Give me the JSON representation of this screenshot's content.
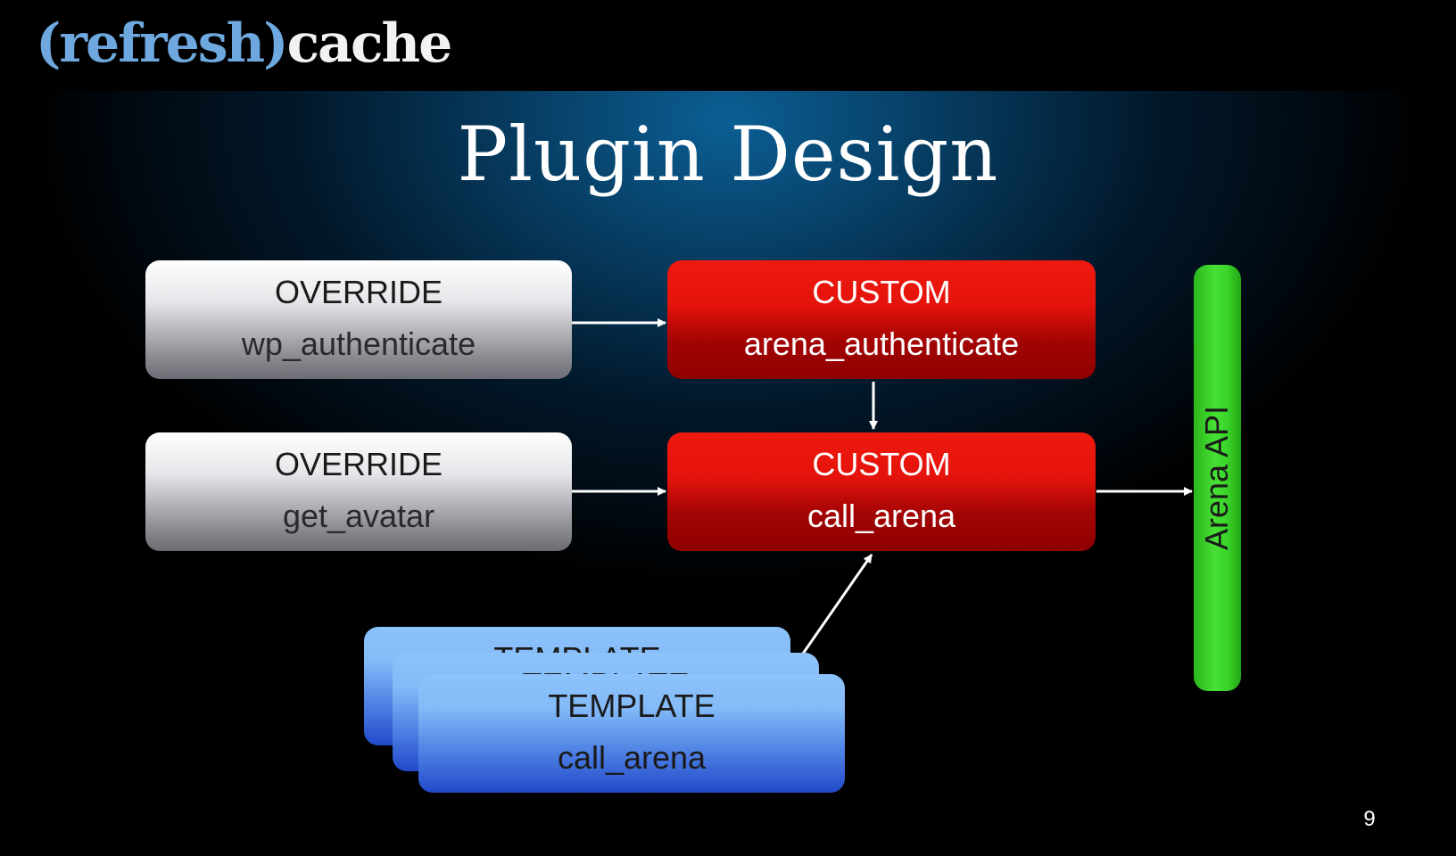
{
  "logo": {
    "part1": "(refresh)",
    "part2": "cache"
  },
  "title": "Plugin Design",
  "boxes": {
    "override_auth": {
      "kind": "OVERRIDE",
      "name": "wp_authenticate"
    },
    "custom_auth": {
      "kind": "CUSTOM",
      "name": "arena_authenticate"
    },
    "override_avatar": {
      "kind": "OVERRIDE",
      "name": "get_avatar"
    },
    "custom_call": {
      "kind": "CUSTOM",
      "name": "call_arena"
    },
    "templates": [
      {
        "kind": "TEMPLATE",
        "name": ""
      },
      {
        "kind": "TEMPLATE",
        "name": ""
      },
      {
        "kind": "TEMPLATE",
        "name": "call_arena"
      }
    ],
    "arena_api": "Arena API"
  },
  "colors": {
    "override": "#d9d9dd",
    "custom": "#d50f0a",
    "template": "#6a9ff0",
    "arena_api": "#3ad42a",
    "arrow": "#ffffff"
  },
  "page_number": "9"
}
